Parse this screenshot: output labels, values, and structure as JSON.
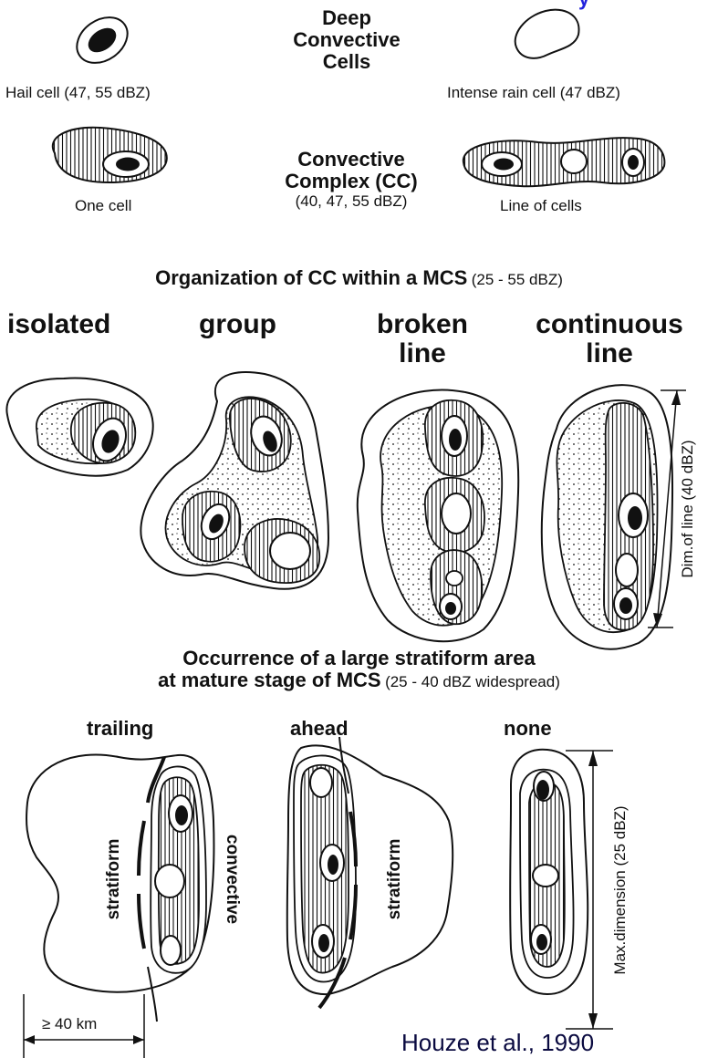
{
  "title_partial": "y",
  "section1": {
    "heading_lines": [
      "Deep",
      "Convective",
      "Cells"
    ],
    "left_label": "Hail cell (47, 55 dBZ)",
    "right_label": "Intense rain cell (47 dBZ)"
  },
  "section2": {
    "heading_lines": [
      "Convective",
      "Complex (CC)",
      "(40, 47, 55 dBZ)"
    ],
    "left_label": "One cell",
    "right_label": "Line of cells"
  },
  "section3": {
    "heading": "Organization of CC within a MCS",
    "heading_range": "(25 - 55 dBZ)",
    "columns": [
      {
        "lines": [
          "isolated"
        ]
      },
      {
        "lines": [
          "group"
        ]
      },
      {
        "lines": [
          "broken",
          "line"
        ]
      },
      {
        "lines": [
          "continuous",
          "line"
        ]
      }
    ],
    "dim_label": "Dim.of line  (40 dBZ)"
  },
  "section4": {
    "heading_line1": "Occurrence of a large stratiform area",
    "heading_line2": "at mature stage of MCS",
    "heading_range": "(25 - 40 dBZ widespread)",
    "columns": [
      "trailing",
      "ahead",
      "none"
    ],
    "stratiform": "stratiform",
    "convective": "convective",
    "max_label": "Max.dimension  (25 dBZ)",
    "scale_label": "≥ 40 km"
  },
  "credit": "Houze et al., 1990"
}
